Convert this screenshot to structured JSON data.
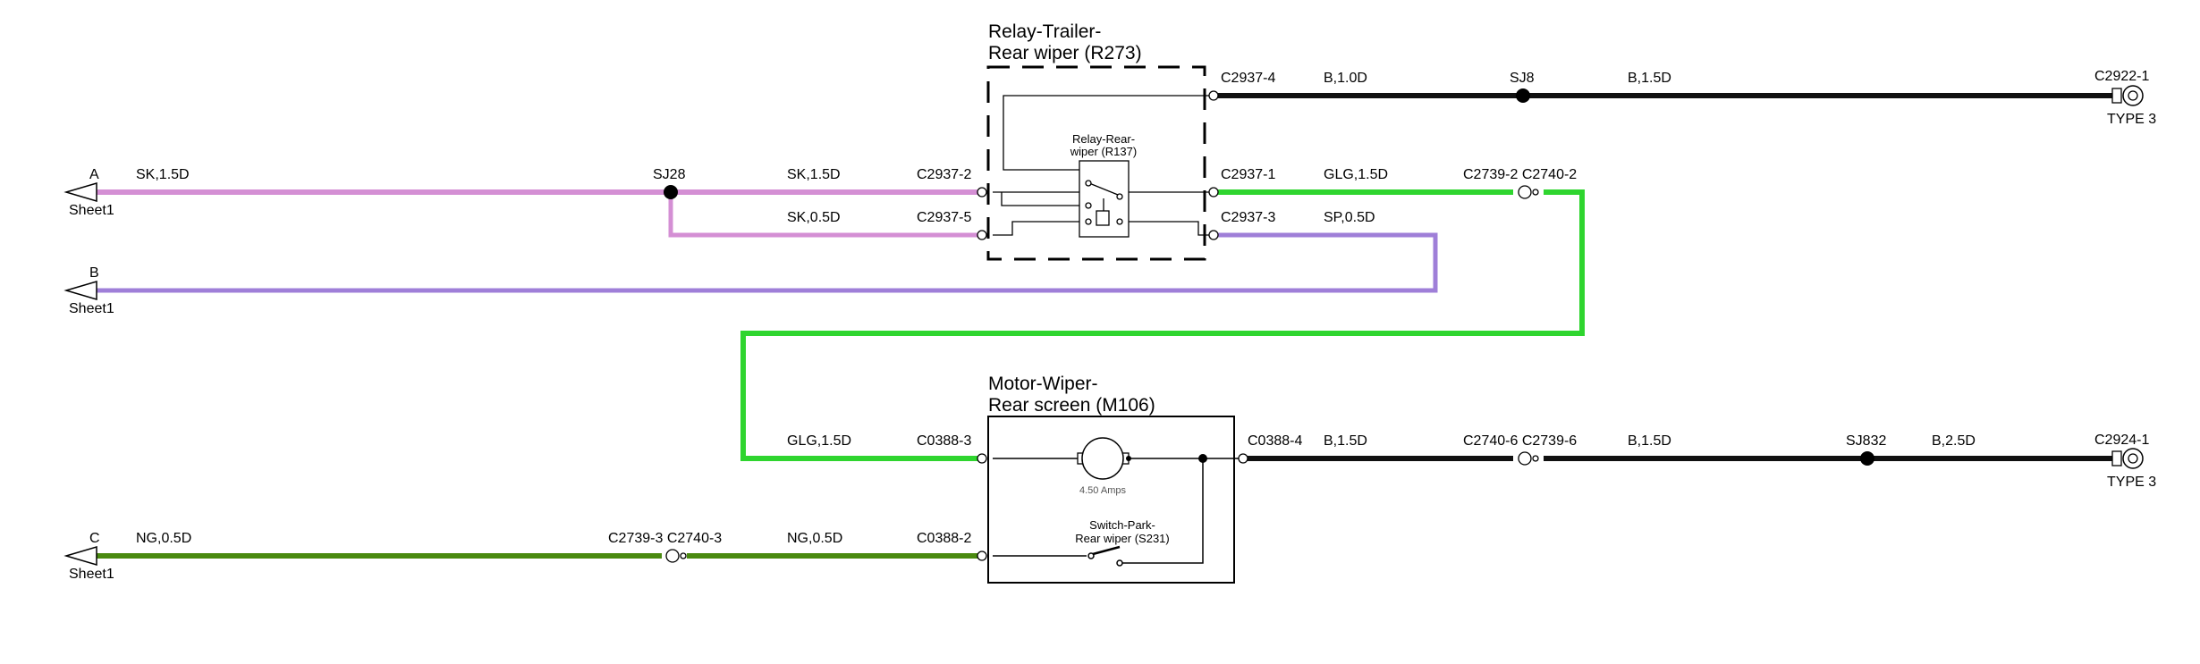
{
  "colors": {
    "black": "#111111",
    "pink": "#d48fd4",
    "purple": "#9f7fd8",
    "green": "#2fd52f",
    "olive": "#4a8a10"
  },
  "components": {
    "relay_trailer": {
      "title_line1": "Relay-Trailer-",
      "title_line2": "Rear wiper (R273)"
    },
    "relay_inner": {
      "line1": "Relay-Rear-",
      "line2": "wiper (R137)"
    },
    "motor": {
      "title_line1": "Motor-Wiper-",
      "title_line2": "Rear screen (M106)",
      "current": "4.50 Amps"
    },
    "switch": {
      "line1": "Switch-Park-",
      "line2": "Rear wiper (S231)"
    }
  },
  "sheet_refs": [
    {
      "letter": "A",
      "sheet": "Sheet1"
    },
    {
      "letter": "B",
      "sheet": "Sheet1"
    },
    {
      "letter": "C",
      "sheet": "Sheet1"
    }
  ],
  "splices": {
    "sj28": "SJ28",
    "sj8": "SJ8",
    "sj832": "SJ832"
  },
  "wire_labels": {
    "a_sk": "SK,1.5D",
    "sj28_sk": "SK,1.5D",
    "sj28_sk05": "SK,0.5D",
    "c2937_4_b": "B,1.0D",
    "sj8_b": "B,1.5D",
    "c2937_1_glg": "GLG,1.5D",
    "c2937_3_sp": "SP,0.5D",
    "motor_glg": "GLG,1.5D",
    "c0388_4_b": "B,1.5D",
    "c2739_6_b": "B,1.5D",
    "sj832_b": "B,2.5D",
    "c_ng": "NG,0.5D",
    "c2740_3_ng": "NG,0.5D"
  },
  "connectors": {
    "c2937_2": "C2937-2",
    "c2937_5": "C2937-5",
    "c2937_4": "C2937-4",
    "c2937_1": "C2937-1",
    "c2937_3": "C2937-3",
    "c2739_2_c2740_2": "C2739-2 C2740-2",
    "c2922_1": "C2922-1",
    "c2922_type": "TYPE 3",
    "c0388_3": "C0388-3",
    "c0388_2": "C0388-2",
    "c0388_4": "C0388-4",
    "c2740_6_c2739_6": "C2740-6 C2739-6",
    "c2924_1": "C2924-1",
    "c2924_type": "TYPE 3",
    "c2739_3_c2740_3": "C2739-3 C2740-3"
  }
}
